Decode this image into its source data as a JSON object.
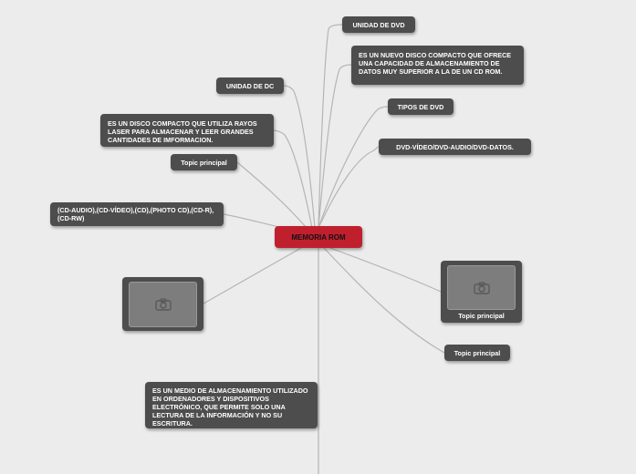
{
  "central": {
    "label": "MEMORIA ROM",
    "color": "#c0202e"
  },
  "nodes": {
    "unidad_dvd": "UNIDAD DE DVD",
    "dvd_desc": "ES UN NUEVO DISCO COMPACTO QUE OFRECE UNA CAPACIDAD DE ALMACENAMIENTO  DE DATOS MUY SUPERIOR A LA DE UN CD ROM.",
    "tipos_dvd": "TIPOS DE DVD",
    "dvd_types": "DVD-VÍDEO/DVD-AUDIO/DVD-DATOS.",
    "unidad_dc": "UNIDAD DE DC",
    "cd_desc": "ES UN DISCO COMPACTO  QUE UTILIZA RAYOS LASER PARA ALMACENAR Y LEER GRANDES CANTIDADES DE IMFORMACION.",
    "topic_left": "Topic principal",
    "cd_types": "(CD-AUDIO),(CD-VÍDEO),(CD),(PHOTO CD),(CD-R),(CD-RW)",
    "topic_image_right": "Topic principal",
    "topic_bottom_right": "Topic principal",
    "rom_desc": "ES UN MEDIO DE ALMACENAMIENTO UTILIZADO EN ORDENADORES Y DISPOSITIVOS ELECTRÓNICO, QUE PERMITE SOLO UNA LECTURA DE LA INFORMACIÓN  Y NO SU ESCRITURA."
  },
  "icons": {
    "image_placeholder": "camera-icon"
  },
  "colors": {
    "node": "#4d4d4d",
    "line": "#b3b3b3",
    "background": "#ececec"
  }
}
